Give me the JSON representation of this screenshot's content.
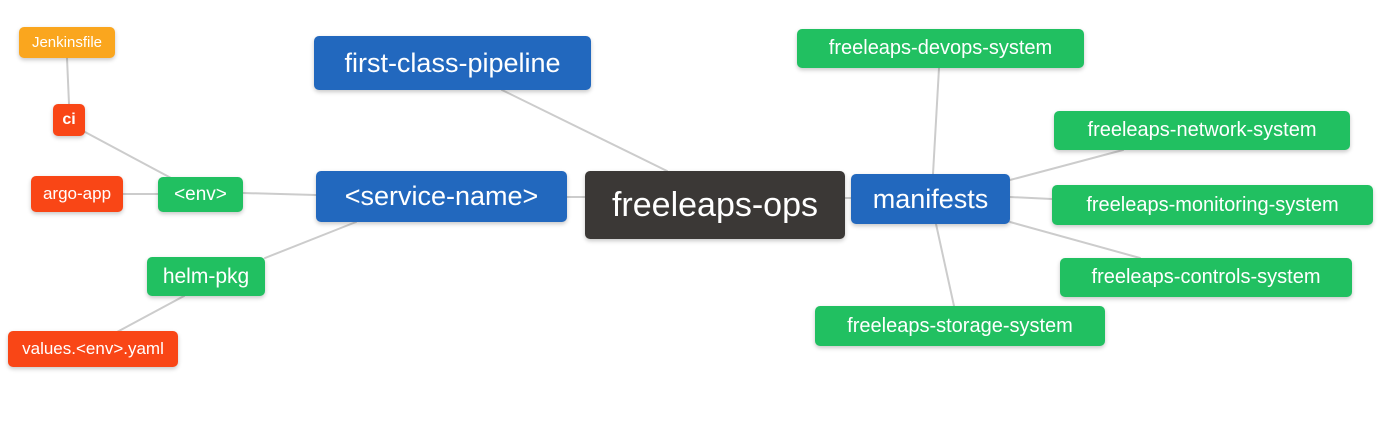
{
  "diagram": {
    "type": "mindmap",
    "root": "freeleaps-ops",
    "palette": {
      "blue": "#2268be",
      "green": "#21c061",
      "orange": "#faa61e",
      "red": "#f94616",
      "dark": "#3b3836",
      "edge": "#cccccc",
      "text": "#ffffff",
      "background": "#ffffff"
    },
    "nodes": {
      "jenkinsfile": {
        "label": "Jenkinsfile",
        "category": "orange"
      },
      "ci": {
        "label": "ci",
        "category": "red"
      },
      "argo_app": {
        "label": "argo-app",
        "category": "red"
      },
      "env": {
        "label": "<env>",
        "category": "green"
      },
      "helm_pkg": {
        "label": "helm-pkg",
        "category": "green"
      },
      "values_env_yaml": {
        "label": "values.<env>.yaml",
        "category": "red"
      },
      "first_class_pipeline": {
        "label": "first-class-pipeline",
        "category": "blue"
      },
      "service_name": {
        "label": "<service-name>",
        "category": "blue"
      },
      "freeleaps_ops": {
        "label": "freeleaps-ops",
        "category": "dark"
      },
      "manifests": {
        "label": "manifests",
        "category": "blue"
      },
      "devops_system": {
        "label": "freeleaps-devops-system",
        "category": "green"
      },
      "network_system": {
        "label": "freeleaps-network-system",
        "category": "green"
      },
      "monitoring_system": {
        "label": "freeleaps-monitoring-system",
        "category": "green"
      },
      "controls_system": {
        "label": "freeleaps-controls-system",
        "category": "green"
      },
      "storage_system": {
        "label": "freeleaps-storage-system",
        "category": "green"
      }
    },
    "edges": [
      {
        "from": "jenkinsfile",
        "to": "ci"
      },
      {
        "from": "ci",
        "to": "env"
      },
      {
        "from": "argo_app",
        "to": "env"
      },
      {
        "from": "env",
        "to": "service_name"
      },
      {
        "from": "helm_pkg",
        "to": "service_name"
      },
      {
        "from": "values_env_yaml",
        "to": "helm_pkg"
      },
      {
        "from": "first_class_pipeline",
        "to": "freeleaps_ops"
      },
      {
        "from": "service_name",
        "to": "freeleaps_ops"
      },
      {
        "from": "freeleaps_ops",
        "to": "manifests"
      },
      {
        "from": "manifests",
        "to": "devops_system"
      },
      {
        "from": "manifests",
        "to": "network_system"
      },
      {
        "from": "manifests",
        "to": "monitoring_system"
      },
      {
        "from": "manifests",
        "to": "controls_system"
      },
      {
        "from": "manifests",
        "to": "storage_system"
      }
    ]
  }
}
